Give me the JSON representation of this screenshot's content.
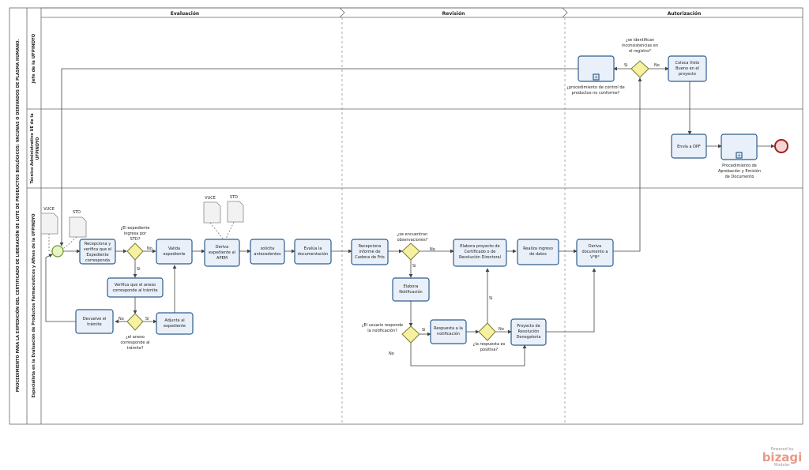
{
  "pool_title": "PROCEDIMIENTO PARA LA EXPEDICIÓN DEL CERTIFICADO DE LIBERACIÓN DE LOTE DE PRODUCTOS BIOLÓGICOS: VACUNAS O DERIVADOS DE PLASMA HUMANO.",
  "lanes": [
    {
      "id": "jefe",
      "title": "Jefe de la UFPINDYO"
    },
    {
      "id": "tecnico",
      "title": "Técnico Administrativo UE de la UFPINDYO"
    },
    {
      "id": "especialista",
      "title": "Especialista en la Evaluación de Productos Farmacéuticos y Afines de la UFPINDYO"
    }
  ],
  "phases": [
    "Evaluación",
    "Revisión",
    "Autorización"
  ],
  "tasks": [
    {
      "id": "recepciona",
      "label": [
        "Recepciona  y",
        "verifica  que el",
        "Expediente",
        "corresponda"
      ]
    },
    {
      "id": "valida",
      "label": [
        "Valida",
        "expediente"
      ]
    },
    {
      "id": "verifica_anexo",
      "label": [
        "Verifica que el anexo",
        "corresponde al trámite"
      ]
    },
    {
      "id": "devuelve",
      "label": [
        "Devuelve el",
        "trámite"
      ]
    },
    {
      "id": "adjunta",
      "label": [
        "Adjunta al",
        "expediente"
      ]
    },
    {
      "id": "deriva_apem",
      "label": [
        "Deriva",
        "expediente al",
        "APEM"
      ]
    },
    {
      "id": "solicita",
      "label": [
        "solicita",
        "antecedentes"
      ]
    },
    {
      "id": "evalua",
      "label": [
        "Evalúa la",
        "documentación"
      ]
    },
    {
      "id": "recepciona_informe",
      "label": [
        "Recepciona",
        "informe de",
        "Cadena de Frío"
      ]
    },
    {
      "id": "elabora_notif",
      "label": [
        "Elabora",
        "Notificación"
      ]
    },
    {
      "id": "respuesta",
      "label": [
        "Respuesta  a la",
        "notificación"
      ]
    },
    {
      "id": "elabora_proyecto",
      "label": [
        "Elabora proyecto de",
        "Certificado o de",
        "Resolución Directoral"
      ]
    },
    {
      "id": "realiza",
      "label": [
        "Realiza ingreso",
        "de datos"
      ]
    },
    {
      "id": "proyecto_denegatoria",
      "label": [
        "Proyecto de",
        "Resolución",
        "Denegatoria"
      ]
    },
    {
      "id": "deriva_vb",
      "label": [
        "Deriva",
        "documento a",
        "V°B°"
      ]
    },
    {
      "id": "coloca",
      "label": [
        "Coloca Visto",
        "Bueno en el",
        "proyecto"
      ]
    },
    {
      "id": "envia",
      "label": [
        "Envía a  DPF"
      ]
    }
  ],
  "subprocesses": [
    {
      "id": "proc_control",
      "label": [
        "¿procedimiento de control de",
        "productos no conforme?"
      ]
    },
    {
      "id": "proc_aprobacion",
      "label": [
        "Procedimiento de",
        "Aprobación y Emisión",
        "de Documento"
      ]
    }
  ],
  "gateways": [
    {
      "id": "g1",
      "label": [
        "¿El  expediente",
        "ingresa por",
        "STD?"
      ]
    },
    {
      "id": "g2",
      "label": [
        "¿el anexo",
        "corresponde al",
        "trámite?"
      ]
    },
    {
      "id": "g3",
      "label": [
        "¿se encuentran",
        "observaciones?"
      ]
    },
    {
      "id": "g4",
      "label": [
        "¿El usuario responde",
        "la notificación?"
      ]
    },
    {
      "id": "g5",
      "label": [
        "¿la respuesta es",
        "positiva?"
      ]
    },
    {
      "id": "g6",
      "label": [
        "¿se identifican",
        "inconsistencias en",
        "el registro?"
      ]
    }
  ],
  "documents": [
    "VUCE",
    "STD",
    "VUCE",
    "STD"
  ],
  "edge_labels": {
    "si": "Si",
    "no": "No"
  },
  "brand": {
    "small": "Powered by",
    "name": "bizagi",
    "sub": "Modeler"
  }
}
